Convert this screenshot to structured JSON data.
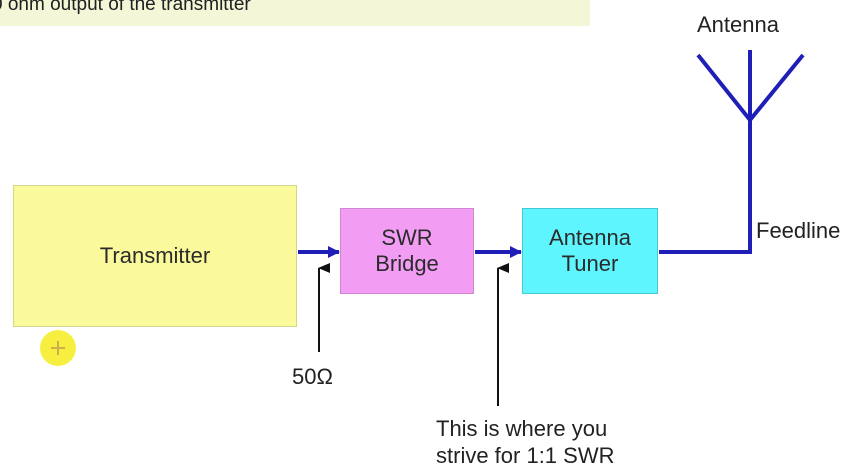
{
  "slide": {
    "banner_text": "0 ohm output of the transmitter"
  },
  "diagram": {
    "blocks": {
      "transmitter": "Transmitter",
      "swr_bridge_line1": "SWR",
      "swr_bridge_line2": "Bridge",
      "tuner_line1": "Antenna",
      "tuner_line2": "Tuner"
    },
    "labels": {
      "antenna": "Antenna",
      "feedline": "Feedline",
      "impedance": "50Ω",
      "note_line1": "This is where you",
      "note_line2": "strive for 1:1 SWR"
    }
  },
  "colors": {
    "transmitter_fill": "#fafa9d",
    "swr_fill": "#f29cf4",
    "tuner_fill": "#5ff5ff",
    "signal_path": "#1f1fb8",
    "pointer_arrow": "#111111",
    "cursor": "#f6ee2b"
  },
  "icons": {
    "cursor": "cursor-highlight-icon",
    "antenna": "antenna-icon"
  }
}
